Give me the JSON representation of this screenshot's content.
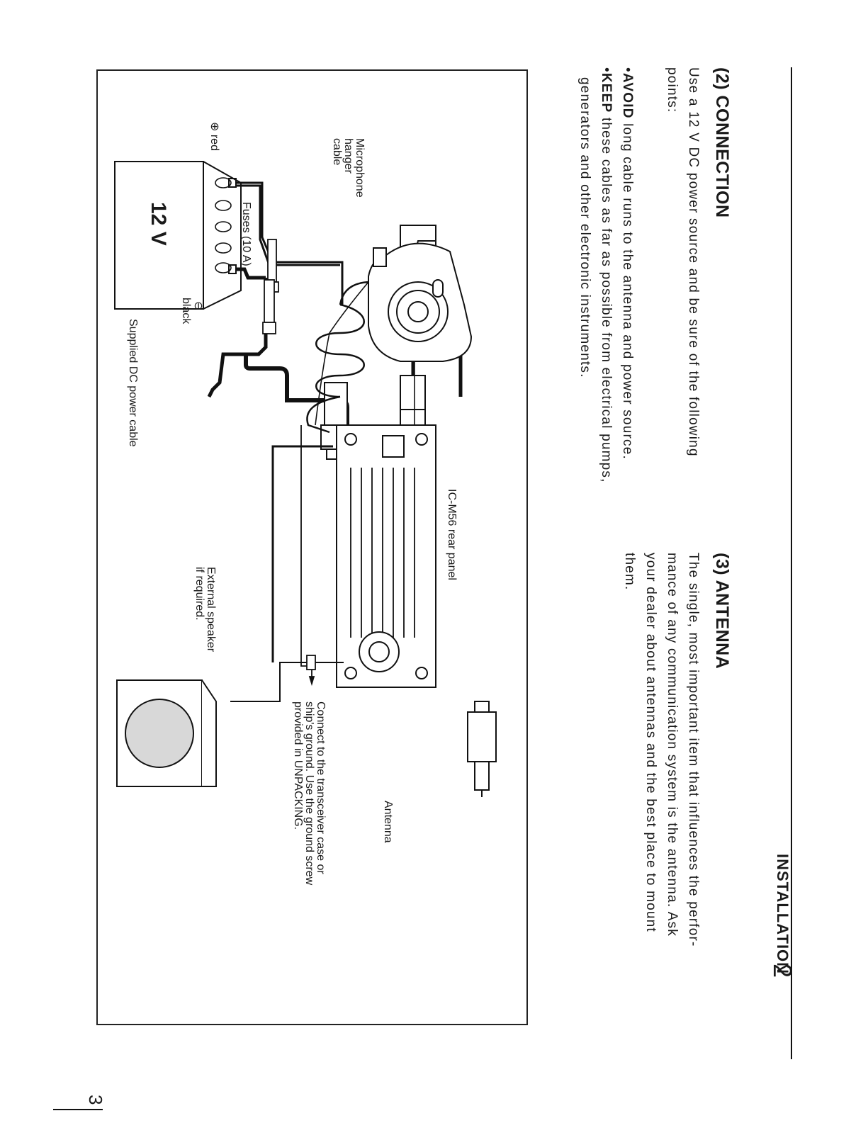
{
  "header": {
    "section_name": "INSTALLATION",
    "section_number": "2"
  },
  "connection": {
    "title": "(2) CONNECTION",
    "intro_line1": "Use a 12 V DC power source and be sure of the following",
    "intro_line2": "points:",
    "bullet1_keyword": "AVOID",
    "bullet1_text": " long cable runs to the antenna and power source.",
    "bullet2_keyword": "KEEP",
    "bullet2_text": " these cables as far as possible from electrical pumps,",
    "bullet2_cont": "generators and other electronic instruments.",
    "bullet_symbol": "•"
  },
  "antenna": {
    "title": "(3) ANTENNA",
    "line1": "The single, most important item that influences the perfor-",
    "line2": "mance of any communication system is the antenna. Ask",
    "line3": "your dealer about antennas and the best place to mount",
    "line4": "them."
  },
  "figure": {
    "mic_line1": "Microphone",
    "mic_line2": "hanger",
    "mic_line3": "cable",
    "plus_red": "⊕ red",
    "fuses": "Fuses (10 A)",
    "battery": "12 V",
    "minus_symbol": "⊖",
    "black": "black",
    "supplied_cable": "Supplied DC power cable",
    "rear_panel": "IC-M56 rear panel",
    "ext_speaker_line1": "External speaker",
    "ext_speaker_line2": "if required.",
    "ground_line1": "Connect to the transceiver case or",
    "ground_line2": "ship's ground. Use the ground screw",
    "ground_line3": "provided in UNPACKING.",
    "antenna_label": "Antenna"
  },
  "footer": {
    "page_number": "3"
  }
}
